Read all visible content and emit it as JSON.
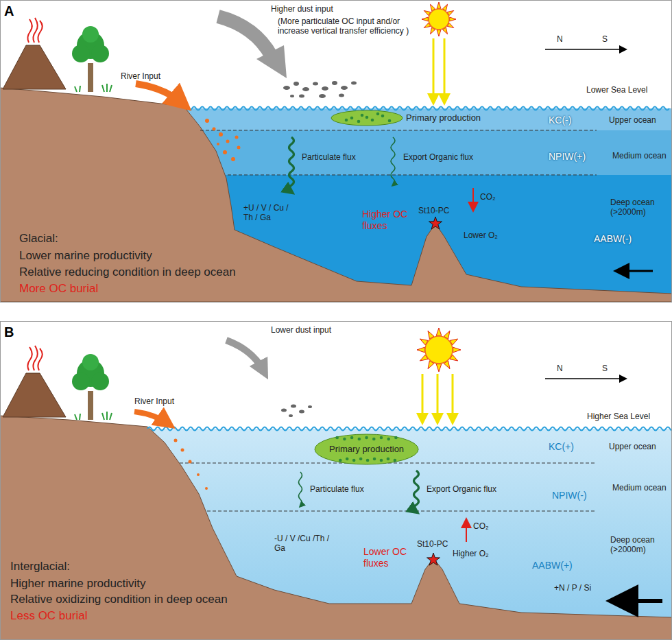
{
  "diagram": {
    "nodes": [
      {
        "text": [
          "Primary production"
        ]
      },
      {
        "text": [
          "Primary production"
        ]
      }
    ],
    "labels": [
      "A",
      "Higher dust input",
      "(More particulate OC input and/or increase vertical transfer efficiency )",
      "N",
      "S",
      "River Input",
      "Lower Sea Level",
      "KC(-)",
      "Upper ocean",
      "Particulate flux",
      "Export Organic flux",
      "NPIW(+)",
      "Medium ocean",
      "St10-PC",
      "CO₂",
      "Deep ocean (>2000m)",
      "+U / V / Cu / Th / Ga",
      "Higher OC fluxes",
      "Lower O₂",
      "AABW(-)",
      "Glacial:",
      "Lower marine productivity",
      "Relative reducing condition in deep ocean",
      "More OC burial",
      "B",
      "Lower dust input",
      "N",
      "S",
      "River Input",
      "Higher Sea Level",
      "KC(+)",
      "Upper ocean",
      "Particulate flux",
      "Export Organic flux",
      "NPIW(-)",
      "Medium ocean",
      "St10-PC",
      "CO₂",
      "Deep ocean (>2000m)",
      "-U / V /Cu /Th / Ga",
      "Lower OC fluxes",
      "Higher O₂",
      "AABW(+)",
      "+N / P / Si",
      "Interglacial:",
      "Higher marine productivity",
      "Relative oxidizing condition in deep ocean",
      "Less OC burial"
    ]
  }
}
